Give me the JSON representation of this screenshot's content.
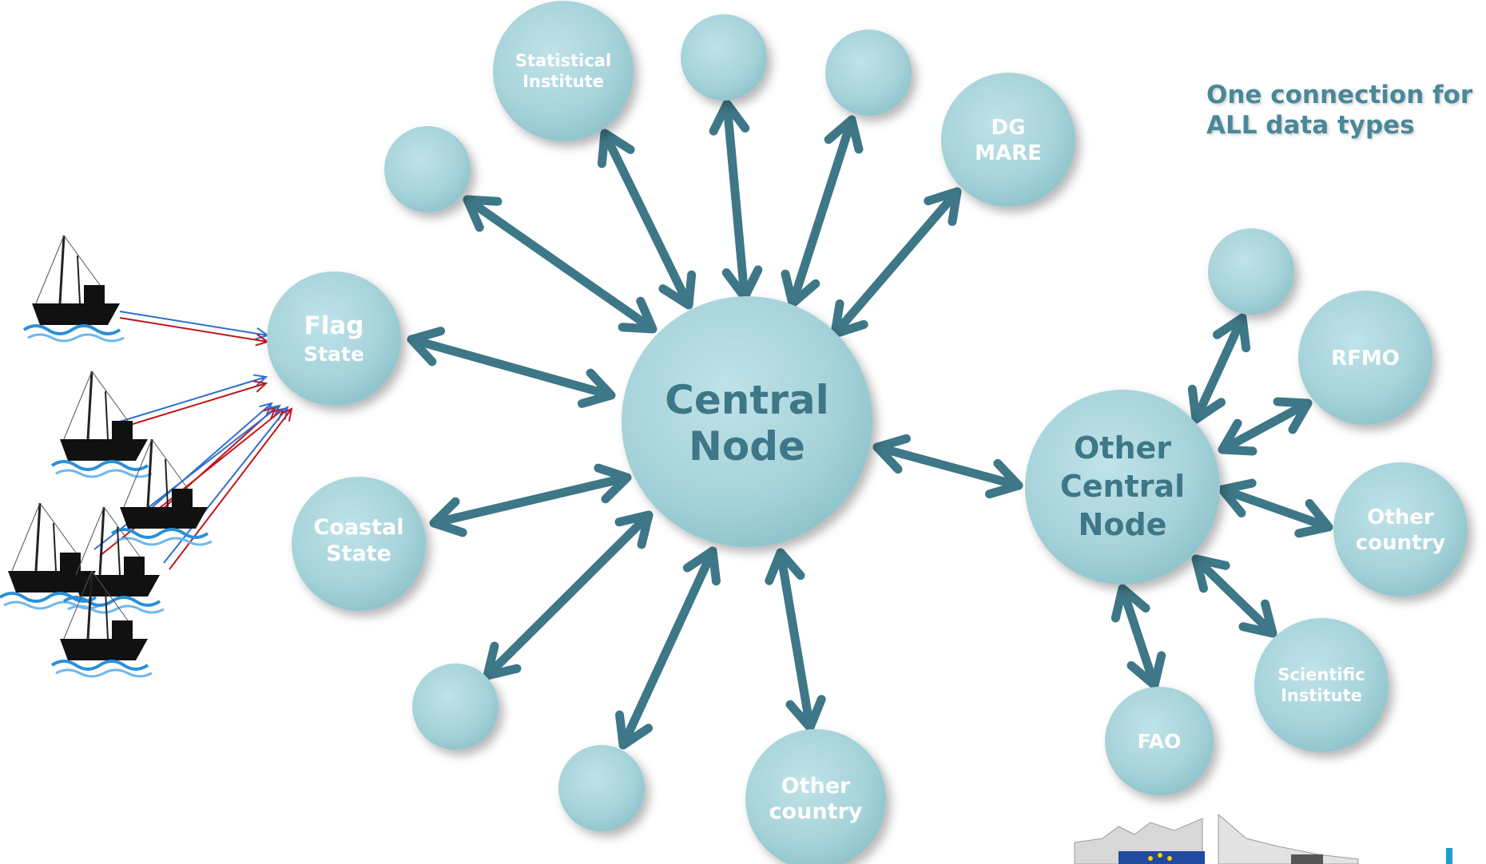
{
  "tagline": {
    "line1": "One connection for",
    "line2": "ALL data types"
  },
  "nodes": {
    "central": {
      "line1": "Central",
      "line2": "Node"
    },
    "flag_state": {
      "line1": "Flag",
      "line2": "State"
    },
    "coastal_state": {
      "line1": "Coastal",
      "line2": "State"
    },
    "statistical_institute": {
      "line1": "Statistical",
      "line2": "Institute"
    },
    "dg_mare": {
      "line1": "DG",
      "line2": "MARE"
    },
    "other_country_bottom": {
      "line1": "Other",
      "line2": "country"
    },
    "other_central": {
      "line1": "Other",
      "line2": "Central",
      "line3": "Node"
    },
    "rfmo": {
      "label": "RFMO"
    },
    "other_country_right": {
      "line1": "Other",
      "line2": "country"
    },
    "scientific_institute": {
      "line1": "Scientific",
      "line2": "Institute"
    },
    "fao": {
      "label": "FAO"
    }
  },
  "colors": {
    "node_fill": "#a9d6dc",
    "arrow": "#3e7787",
    "central_text": "#3e7787",
    "vessel_line_red": "#c0161c",
    "vessel_line_blue": "#2f6fd1"
  }
}
